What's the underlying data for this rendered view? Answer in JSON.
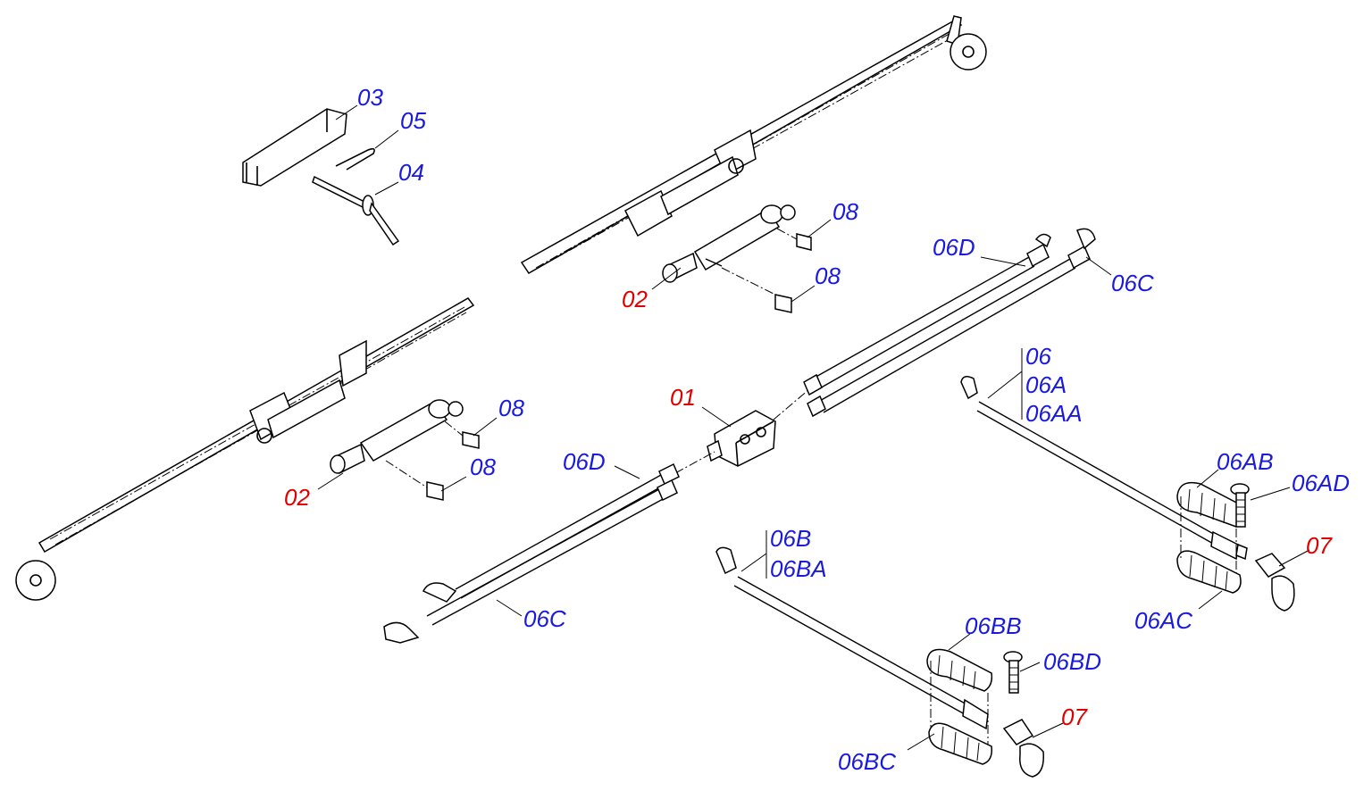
{
  "colors": {
    "callout_blue": "#1a1adc",
    "callout_red": "#e00000"
  },
  "labels": {
    "p03": "03",
    "p05": "05",
    "p04": "04",
    "p08a": "08",
    "p08b": "08",
    "p08c": "08",
    "p08d": "08",
    "p02a": "02",
    "p02b": "02",
    "p01": "01",
    "p06D_top": "06D",
    "p06C_top": "06C",
    "p06D_bot": "06D",
    "p06C_bot": "06C",
    "p06": "06",
    "p06A": "06A",
    "p06AA": "06AA",
    "p06AB": "06AB",
    "p06AD": "06AD",
    "p06AC": "06AC",
    "p07a": "07",
    "p06B": "06B",
    "p06BA": "06BA",
    "p06BB": "06BB",
    "p06BD": "06BD",
    "p06BC": "06BC",
    "p07b": "07"
  }
}
